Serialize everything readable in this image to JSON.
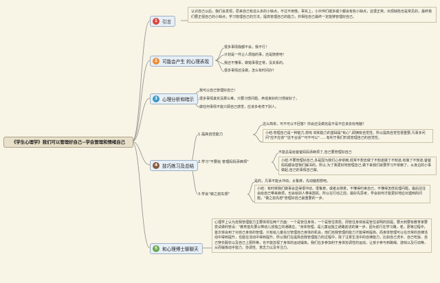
{
  "central": "《学生心理学》我们可以管理好自己--学会管理和情绪自己",
  "topics": [
    {
      "num": "1",
      "label": "引言"
    },
    {
      "num": "2",
      "label": "可能会产生 的心理表现"
    },
    {
      "num": "3",
      "label": "心理分析和暗示"
    },
    {
      "num": "4",
      "label": "技巧练习及总结"
    },
    {
      "num": "5",
      "label": "和心理博士聊聊天"
    }
  ],
  "intro_text": "认识自己以后，我们会发现，原来自己有这么多的小缺点，不过不用慌，事实上，小伙伴们或多或少都会有些小缺点，这很正常。出现缺陷也是常见的，最终我们要正视自己的小缺点，学习管理自己的方法，提高管理自己的能力，并相信自己最终一定能够管理好自己。",
  "reactions": [
    "很多事情我都不会，我不行！",
    "计划是一件让人烦恼的事，还是随意吧！",
    "我还不懂事，做错事很正常，没关系的。",
    "很多事情还没做，怎么有时间办？"
  ],
  "analysis": [
    "我可以自己管理好自己！",
    "很多事情其实没那么难，只要习惯问题，养成良好的习惯就好了。",
    "做任何事情不能只顾自己感觉，应该多考虑下别人。"
  ],
  "skills": [
    {
      "label": "1.提高自觉能力",
      "q": "这么简单，可不可以不回答？你会还没做完是不是不应该去玩电脑？",
      "text": "小结:管理自己是一种能力,想有 效和能力的基础是\"有心\",即拥有自觉性。所以提高自觉性很重要,凡事多问问\"应不应该\"\"这不合适\"\"可不可以\"……有利于我们形成管理自己的自觉性。"
    },
    {
      "label": "2.学习\"不要给 管理妈妈添麻烦\"",
      "q": "不能总是给爸爸妈妈添麻烦了,自己要管理好自己",
      "text": "小结:不要管理好自己,多是因为我们心存依赖,经常不想去做了不知道做了不知道,有做了不知道,爸爸妈妈都会替我们解决的。所以,为了我更好地管理自己,做下来我们就要学习不依赖了。从身边的小事做起,自己的事情自己做。"
    },
    {
      "label": "3.学会\"做之前先想\"",
      "q": "是的，凡事不能太冲动，太鲁莽，先动脑想想吧。",
      "text": "小结：有时候我们做事会显得很冲动，很鲁莽，或者太随意，不懂得约束自己，不懂得怎样处理问题，最后往往会给自己带来麻烦，也会给别人带来困扰。所以在行动之前，最好先思考，学会如何才能更好地应对遇到的问题，\"做之前先想\"管理好自己最重要的一步。"
    }
  ],
  "chat_text": "心理学上认为自我管理能力主要体现在两个方面：一个是管住身体，一个是管住意愿。而管住身体就是管住说明的前提，要大刺要有教育家要尝试做利管设：\"教育首先要以带动儿孩独立的通路在，\"身体管理，是儿童运独立通路前进的第一步。因为前行在学习路，老，更等过程中，首次将会到了对自己身体的管理。只有给儿童充分管理自己身体的机会，他们自我管理的能力才能得到提高。而身体管理可以在日常的自律活动中得到提升，也能在活动中得到提升。所以我们在提高自我管理能力的过程中，除了注意生活中的自律能力，比如自己洗手、自己吃饭、自己穿衣服衣以及自己上厕所等，也不能忽视了身体的运动锻炼。我们在多参加利于身体协调性的运动，让孩子参与到跳绳、游戏以及行动等，从而锻炼动手能力、协调性、意志力以及专注力。"
}
